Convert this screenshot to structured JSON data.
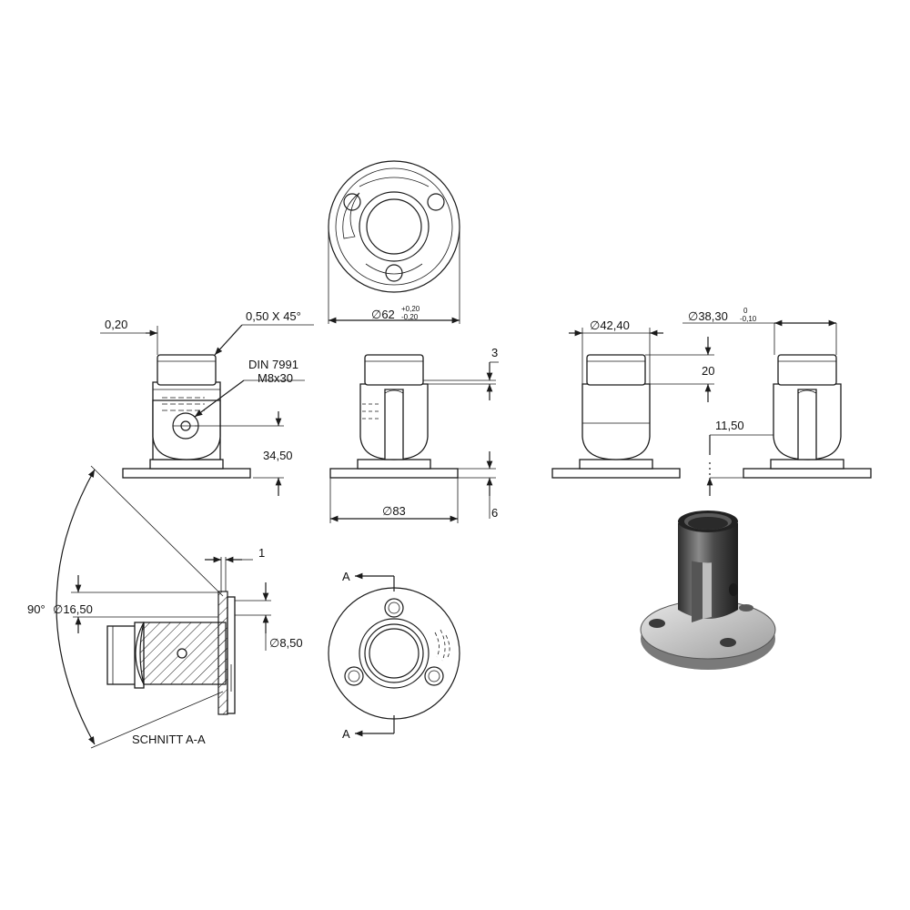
{
  "labels": {
    "chamfer_left": "0,20",
    "chamfer": "0,50 X 45°",
    "din": "DIN 7991",
    "screw": "M8x30",
    "height_total": "34,50",
    "dia_62": "∅62",
    "dia_62_tol_upper": "+0,20",
    "dia_62_tol_lower": "-0,20",
    "dim_3": "3",
    "dia_83": "∅83",
    "dim_6": "6",
    "dia_42": "∅42,40",
    "dia_38": "∅38,30",
    "dia_38_tol_upper": "0",
    "dia_38_tol_lower": "-0,10",
    "dim_20": "20",
    "dim_11": "11,50",
    "dim_1": "1",
    "angle_90": "90°",
    "dia_16": "∅16,50",
    "dia_8": "∅8,50",
    "section_title": "SCHNITT A-A",
    "section_mark_top": "A",
    "section_mark_bottom": "A"
  },
  "colors": {
    "line": "#1a1a1a",
    "render_dark": "#3a3a3a",
    "render_mid": "#9a9a9a",
    "render_light": "#d6d6d6"
  }
}
